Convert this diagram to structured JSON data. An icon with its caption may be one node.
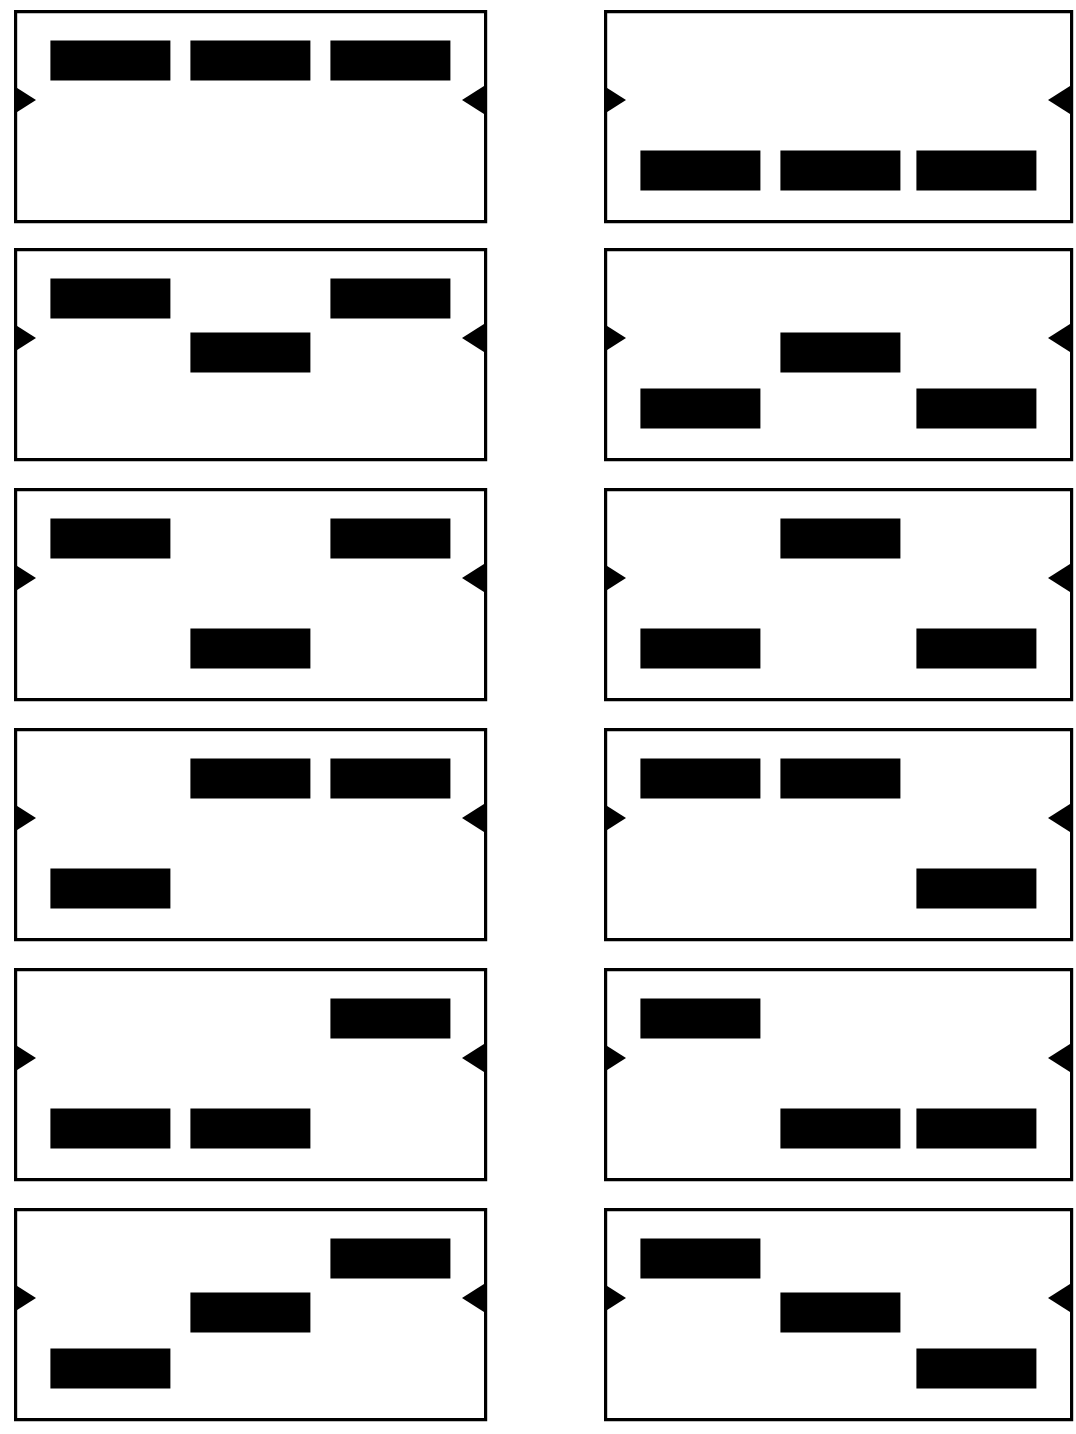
{
  "diagram": {
    "nodes": [
      {
        "text": [],
        "shape": "box"
      },
      {
        "text": [],
        "shape": "bar",
        "in": 0
      },
      {
        "text": [],
        "shape": "bar",
        "in": 0
      },
      {
        "text": [],
        "shape": "bar",
        "in": 0
      },
      {
        "text": [],
        "shape": "box"
      },
      {
        "text": [],
        "shape": "bar",
        "in": 4
      },
      {
        "text": [],
        "shape": "bar",
        "in": 4
      },
      {
        "text": [],
        "shape": "bar",
        "in": 4
      },
      {
        "text": [],
        "shape": "box"
      },
      {
        "text": [],
        "shape": "bar",
        "in": 8
      },
      {
        "text": [],
        "shape": "bar",
        "in": 8
      },
      {
        "text": [],
        "shape": "bar",
        "in": 8
      },
      {
        "text": [],
        "shape": "box"
      },
      {
        "text": [],
        "shape": "bar",
        "in": 12
      },
      {
        "text": [],
        "shape": "bar",
        "in": 12
      },
      {
        "text": [],
        "shape": "bar",
        "in": 12
      },
      {
        "text": [],
        "shape": "box"
      },
      {
        "text": [],
        "shape": "bar",
        "in": 16
      },
      {
        "text": [],
        "shape": "bar",
        "in": 16
      },
      {
        "text": [],
        "shape": "bar",
        "in": 16
      },
      {
        "text": [],
        "shape": "box"
      },
      {
        "text": [],
        "shape": "bar",
        "in": 20
      },
      {
        "text": [],
        "shape": "bar",
        "in": 20
      },
      {
        "text": [],
        "shape": "bar",
        "in": 20
      },
      {
        "text": [],
        "shape": "box"
      },
      {
        "text": [],
        "shape": "bar",
        "in": 24
      },
      {
        "text": [],
        "shape": "bar",
        "in": 24
      },
      {
        "text": [],
        "shape": "bar",
        "in": 24
      },
      {
        "text": [],
        "shape": "box"
      },
      {
        "text": [],
        "shape": "bar",
        "in": 28
      },
      {
        "text": [],
        "shape": "bar",
        "in": 28
      },
      {
        "text": [],
        "shape": "bar",
        "in": 28
      },
      {
        "text": [],
        "shape": "box"
      },
      {
        "text": [],
        "shape": "bar",
        "in": 32
      },
      {
        "text": [],
        "shape": "bar",
        "in": 32
      },
      {
        "text": [],
        "shape": "bar",
        "in": 32
      },
      {
        "text": [],
        "shape": "box"
      },
      {
        "text": [],
        "shape": "bar",
        "in": 36
      },
      {
        "text": [],
        "shape": "bar",
        "in": 36
      },
      {
        "text": [],
        "shape": "bar",
        "in": 36
      },
      {
        "text": [],
        "shape": "box"
      },
      {
        "text": [],
        "shape": "bar",
        "in": 40
      },
      {
        "text": [],
        "shape": "bar",
        "in": 40
      },
      {
        "text": [],
        "shape": "bar",
        "in": 40
      },
      {
        "text": [],
        "shape": "box"
      },
      {
        "text": [],
        "shape": "bar",
        "in": 44
      },
      {
        "text": [],
        "shape": "bar",
        "in": 44
      },
      {
        "text": [],
        "shape": "bar",
        "in": 44
      }
    ]
  }
}
